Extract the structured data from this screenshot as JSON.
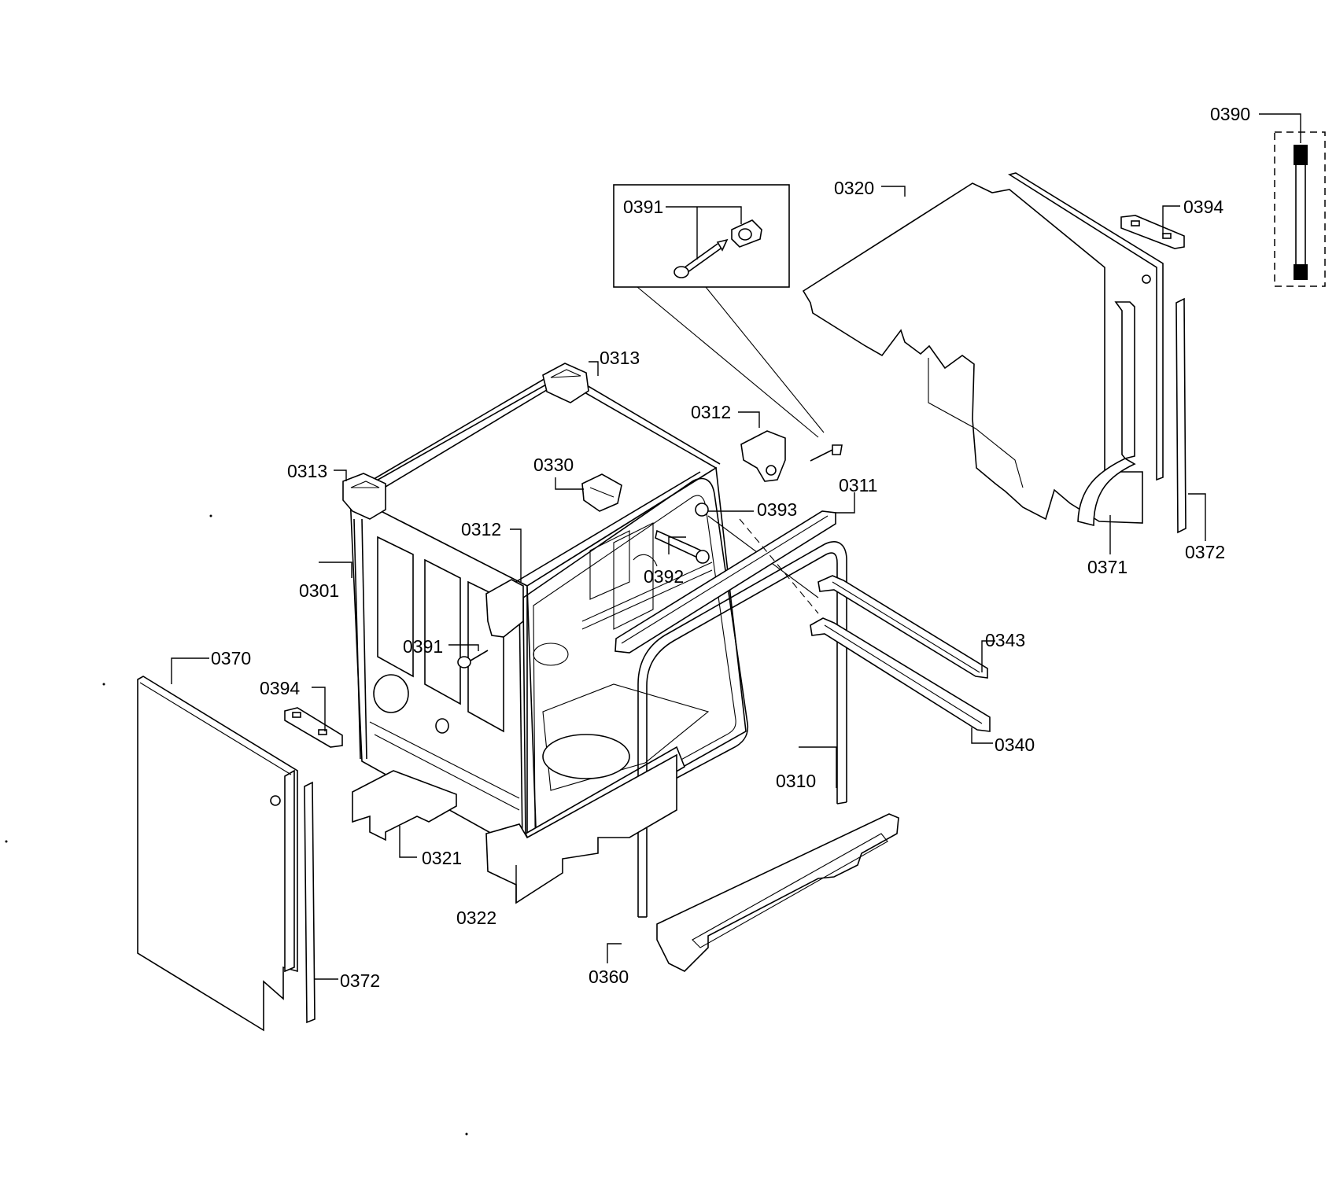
{
  "labels": {
    "l0390": "0390",
    "l0391_top": "0391",
    "l0320": "0320",
    "l0394_top": "0394",
    "l0313_top": "0313",
    "l0312_top": "0312",
    "l0313_left": "0313",
    "l0330": "0330",
    "l0311": "0311",
    "l0393": "0393",
    "l0312_mid": "0312",
    "l0392": "0392",
    "l0371": "0371",
    "l0372_right": "0372",
    "l0301": "0301",
    "l0391_mid": "0391",
    "l0343": "0343",
    "l0370": "0370",
    "l0394_left": "0394",
    "l0340": "0340",
    "l0310": "0310",
    "l0321": "0321",
    "l0322": "0322",
    "l0360": "0360",
    "l0372_left": "0372"
  }
}
